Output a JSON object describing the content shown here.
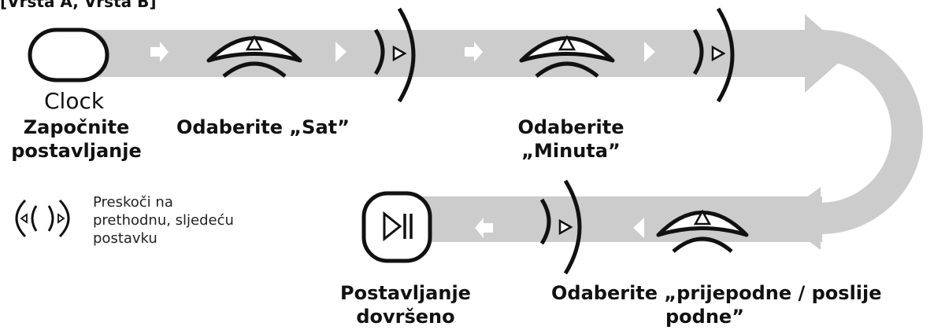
{
  "header": {
    "text": "[Vrsta A, Vrsta B]"
  },
  "colors": {
    "track": "#cccccc",
    "ink": "#111111",
    "arrow": "#ffffff",
    "background": "#ffffff"
  },
  "buttons": {
    "clock": "Clock"
  },
  "steps": {
    "start": [
      "Započnite",
      "postavljanje"
    ],
    "hour": [
      "Odaberite „Sat”"
    ],
    "minute": [
      "Odaberite",
      "„Minuta”"
    ],
    "ampm": [
      "Odaberite „prijepodne / poslije",
      "podne”"
    ],
    "done": [
      "Postavljanje",
      "dovršeno"
    ]
  },
  "legend": {
    "text": [
      "Preskoči na",
      "prethodnu, sljedeću",
      "postavku"
    ]
  },
  "icons": {
    "start_button": "rounded-square-button",
    "dial": "up-triangle-arc-dial",
    "next": "right-triangle-bracket-next",
    "prev": "left-triangle-bracket-prev",
    "play_pause": "play-pause-icon"
  }
}
